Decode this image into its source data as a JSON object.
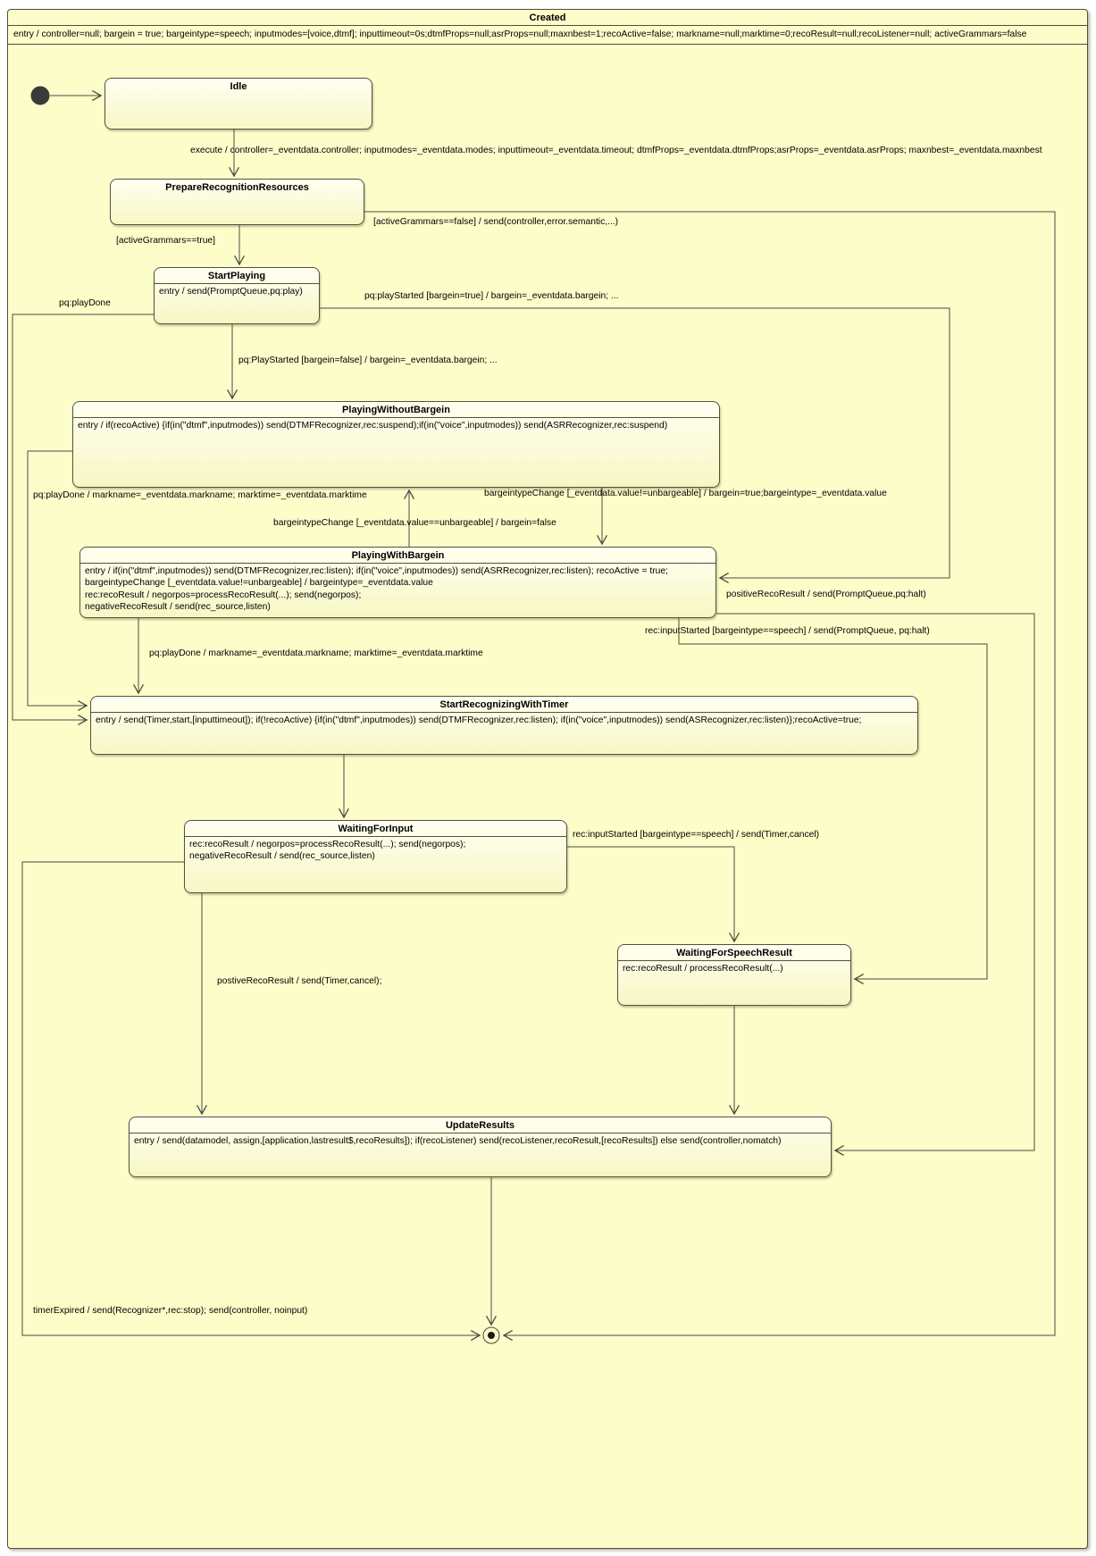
{
  "diagram": {
    "frame_title": "Created",
    "frame_entry": "entry / controller=null; bargein = true; bargeintype=speech; inputmodes=[voice,dtmf]; inputtimeout=0s;dtmfProps=null;asrProps=null;maxnbest=1;recoActive=false; markname=null;marktime=0;recoResult=null;recoListener=null; activeGrammars=false",
    "colors": {
      "canvas": "#fdfdca",
      "state_border": "#52523e",
      "wire": "#4a4a40",
      "initial_fill": "#3a3a3a"
    }
  },
  "states": {
    "idle": {
      "title": "Idle"
    },
    "prepare": {
      "title": "PrepareRecognitionResources"
    },
    "start_playing": {
      "title": "StartPlaying",
      "body1": "entry / send(PromptQueue,pq:play)"
    },
    "playing_without_bargein": {
      "title": "PlayingWithoutBargein",
      "body1": "entry / if(recoActive) {if(in(\"dtmf\",inputmodes)) send(DTMFRecognizer,rec:suspend);if(in(\"voice\",inputmodes)) send(ASRRecognizer,rec:suspend)"
    },
    "playing_with_bargein": {
      "title": "PlayingWithBargein",
      "body1": "entry / if(in(\"dtmf\",inputmodes)) send(DTMFRecognizer,rec:listen); if(in(\"voice\",inputmodes)) send(ASRRecognizer,rec:listen); recoActive = true;",
      "body2": "bargeintypeChange [_eventdata.value!=unbargeable] / bargeintype=_eventdata.value",
      "body3": "rec:recoResult / negorpos=processRecoResult(...); send(negorpos);",
      "body4": "negativeRecoResult / send(rec_source,listen)"
    },
    "start_recognizing": {
      "title": "StartRecognizingWithTimer",
      "body1": "entry / send(Timer,start,[inputtimeout]); if(!recoActive) {if(in(\"dtmf\",inputmodes)) send(DTMFRecognizer,rec:listen); if(in(\"voice\",inputmodes)) send(ASRecognizer,rec:listen)};recoActive=true;"
    },
    "waiting_for_input": {
      "title": "WaitingForInput",
      "body1": "rec:recoResult / negorpos=processRecoResult(...); send(negorpos);",
      "body2": "negativeRecoResult / send(rec_source,listen)"
    },
    "waiting_for_speech_result": {
      "title": "WaitingForSpeechResult",
      "body1": "rec:recoResult / processRecoResult(...)"
    },
    "update_results": {
      "title": "UpdateResults",
      "body1": "entry / send(datamodel, assign,[application,lastresult$,recoResults]); if(recoListener) send(recoListener,recoResult,[recoResults]) else send(controller,nomatch)"
    }
  },
  "transitions": {
    "execute": "execute / controller=_eventdata.controller; inputmodes=_eventdata.modes; inputtimeout=_eventdata.timeout; dtmfProps=_eventdata.dtmfProps;asrProps=_eventdata.asrProps; maxnbest=_eventdata.maxnbest",
    "active_grammars_false": "[activeGrammars==false] / send(controller,error.semantic,...)",
    "active_grammars_true": "[activeGrammars==true]",
    "play_started_true": "pq:playStarted [bargein=true] / bargein=_eventdata.bargein; ...",
    "play_done_short": "pq:playDone",
    "play_started_false": "pq:PlayStarted [bargein=false] / bargein=_eventdata.bargein; ...",
    "play_done_markname_1": "pq:playDone / markname=_eventdata.markname; marktime=_eventdata.marktime",
    "bargein_change_neq": "bargeintypeChange [_eventdata.value!=unbargeable] / bargein=true;bargeintype=_eventdata.value",
    "bargein_change_eq": "bargeintypeChange [_eventdata.value==unbargeable] / bargein=false",
    "positive_reco": "positiveRecoResult / send(PromptQueue,pq:halt)",
    "input_started_halt": "rec:inputStarted [bargeintype==speech] / send(PromptQueue, pq:halt)",
    "play_done_markname_2": "pq:playDone / markname=_eventdata.markname; marktime=_eventdata.marktime",
    "input_started_cancel": "rec:inputStarted [bargeintype==speech] / send(Timer,cancel)",
    "postive_reco_cancel": "postiveRecoResult / send(Timer,cancel);",
    "timer_expired": "timerExpired / send(Recognizer*,rec:stop); send(controller, noinput)"
  }
}
